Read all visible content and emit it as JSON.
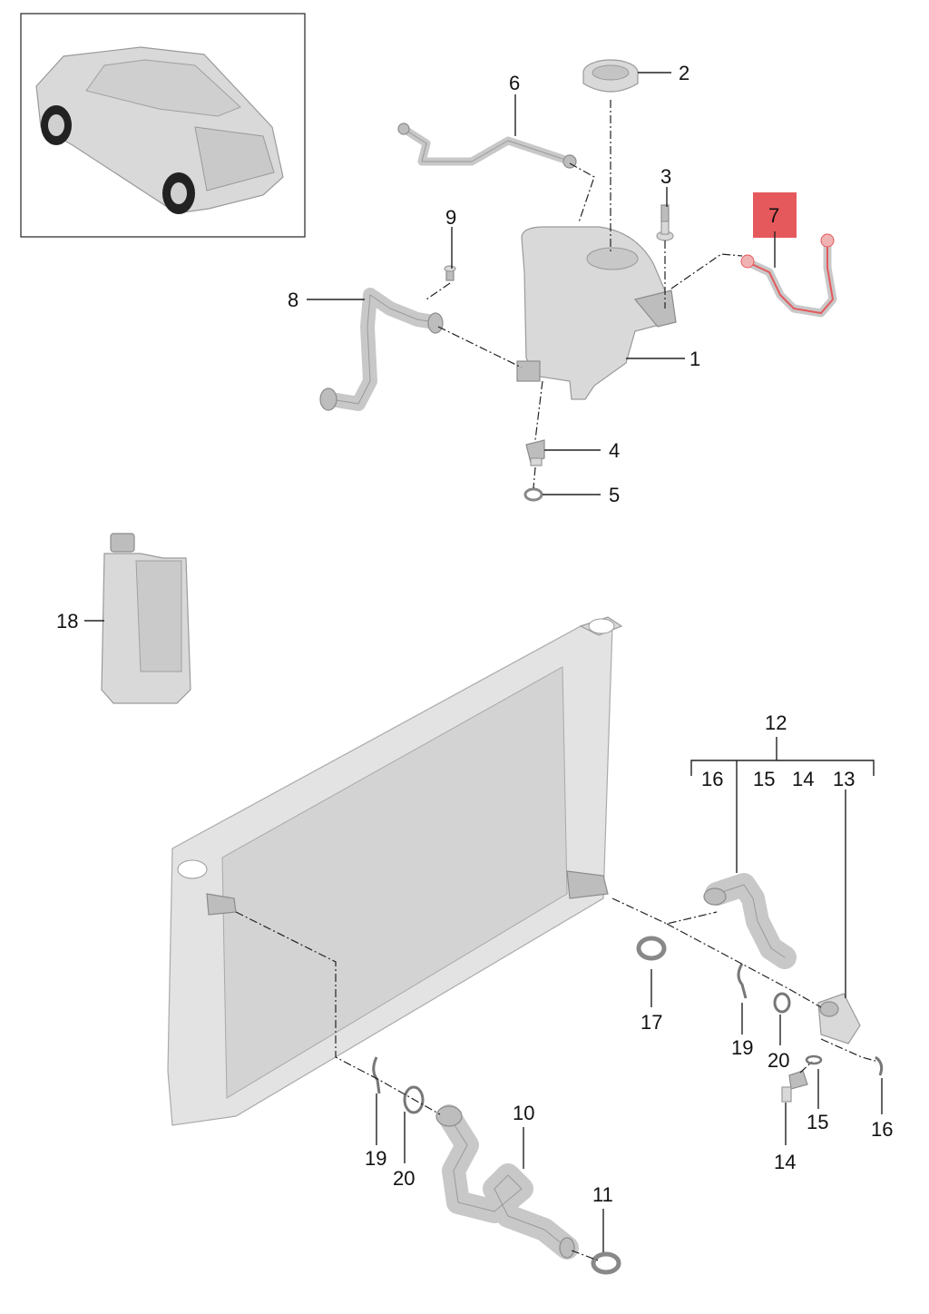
{
  "highlight_color": "#e5595c",
  "highlighted_part": "7",
  "callouts": {
    "c1": "1",
    "c2": "2",
    "c3": "3",
    "c4": "4",
    "c5": "5",
    "c6": "6",
    "c7": "7",
    "c8": "8",
    "c9": "9",
    "c10": "10",
    "c11": "11",
    "c12": "12",
    "c12_sub16": "16",
    "c12_sub15": "15",
    "c12_sub14": "14",
    "c12_sub13": "13",
    "c13": "13",
    "c14": "14",
    "c15": "15",
    "c16": "16",
    "c17": "17",
    "c18": "18",
    "c19a": "19",
    "c19b": "19",
    "c20a": "20",
    "c20b": "20"
  }
}
